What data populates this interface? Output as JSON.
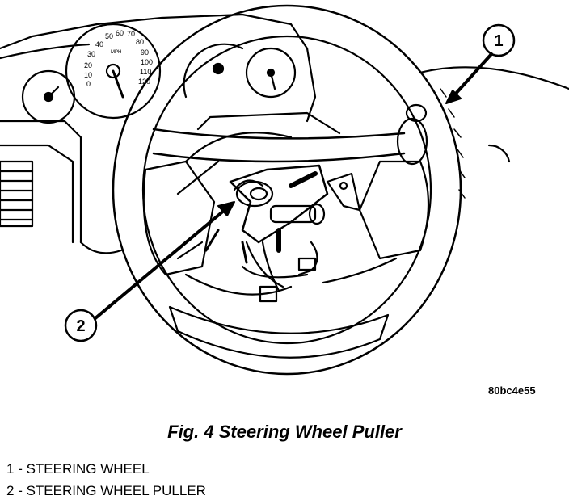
{
  "figure": {
    "caption": "Fig. 4 Steering Wheel Puller",
    "image_code": "80bc4e55"
  },
  "callouts": [
    {
      "number": "1",
      "target": "steering wheel"
    },
    {
      "number": "2",
      "target": "steering wheel puller"
    }
  ],
  "legend": [
    {
      "number": "1",
      "separator": " - ",
      "label": "STEERING WHEEL"
    },
    {
      "number": "2",
      "separator": " - ",
      "label": "STEERING WHEEL PULLER"
    }
  ],
  "gauge_labels": [
    "50",
    "60",
    "70",
    "40",
    "80",
    "30",
    "90",
    "20",
    "100",
    "10",
    "110",
    "0",
    "120",
    "MPH"
  ]
}
